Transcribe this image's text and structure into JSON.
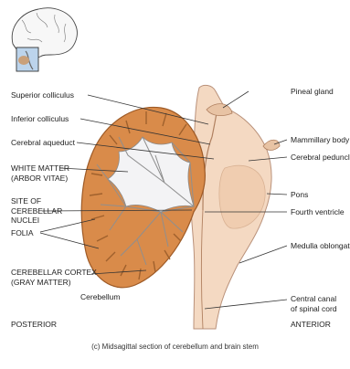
{
  "caption": "(c) Midsagittal section of cerebellum and brain stem",
  "labels": {
    "superior_colliculus": "Superior colliculus",
    "inferior_colliculus": "Inferior colliculus",
    "cerebral_aqueduct": "Cerebral aqueduct",
    "white_matter": "WHITE MATTER\n(ARBOR VITAE)",
    "site_of_cerebellar_nuclei": "SITE OF\nCEREBELLAR\nNUCLEI",
    "folia": "FOLIA",
    "cerebellar_cortex": "CEREBELLAR CORTEX\n(GRAY MATTER)",
    "cerebellum": "Cerebellum",
    "posterior": "POSTERIOR",
    "pineal_gland": "Pineal gland",
    "mammillary_body": "Mammillary body",
    "cerebral_peduncle": "Cerebral peduncle",
    "pons": "Pons",
    "fourth_ventricle": "Fourth ventricle",
    "medulla_oblongata": "Medulla oblongata",
    "central_canal": "Central canal\nof spinal cord",
    "anterior": "ANTERIOR"
  },
  "colors": {
    "cortex": "#d98b4a",
    "cortex_dark": "#b8662c",
    "white_matter": "#f3f3f5",
    "brainstem": "#f4d9c2",
    "leader_line": "#333333"
  }
}
